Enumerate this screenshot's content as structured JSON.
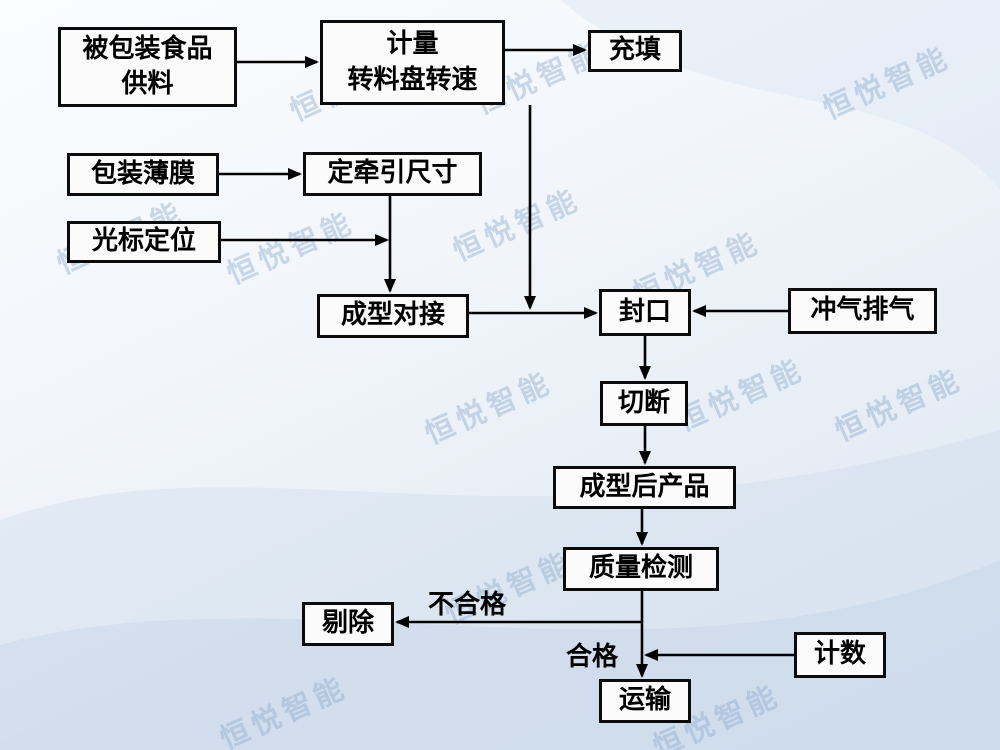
{
  "watermark": "恒悦智能",
  "nodes": {
    "supply": "被包装食品\n供料",
    "metering": "计量\n转料盘转速",
    "filling": "充填",
    "film": "包装薄膜",
    "traction": "定牵引尺寸",
    "cursor": "光标定位",
    "forming": "成型对接",
    "sealing": "封口",
    "gas": "冲气排气",
    "cutting": "切断",
    "product": "成型后产品",
    "inspection": "质量检测",
    "reject": "剔除",
    "counting": "计数",
    "transport": "运输"
  },
  "labels": {
    "fail": "不合格",
    "pass": "合格"
  }
}
